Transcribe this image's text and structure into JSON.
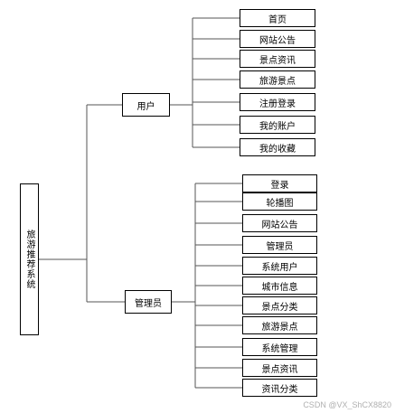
{
  "root": {
    "label": "旅游推荐系统"
  },
  "groups": [
    {
      "label": "用户",
      "items": [
        "首页",
        "网站公告",
        "景点资讯",
        "旅游景点",
        "注册登录",
        "我的账户",
        "我的收藏"
      ]
    },
    {
      "label": "管理员",
      "items": [
        "登录",
        "轮播图",
        "网站公告",
        "管理员",
        "系统用户",
        "城市信息",
        "景点分类",
        "旅游景点",
        "系统管理",
        "景点资讯",
        "资讯分类"
      ]
    }
  ],
  "watermark": "CSDN @VX_ShCX8820"
}
